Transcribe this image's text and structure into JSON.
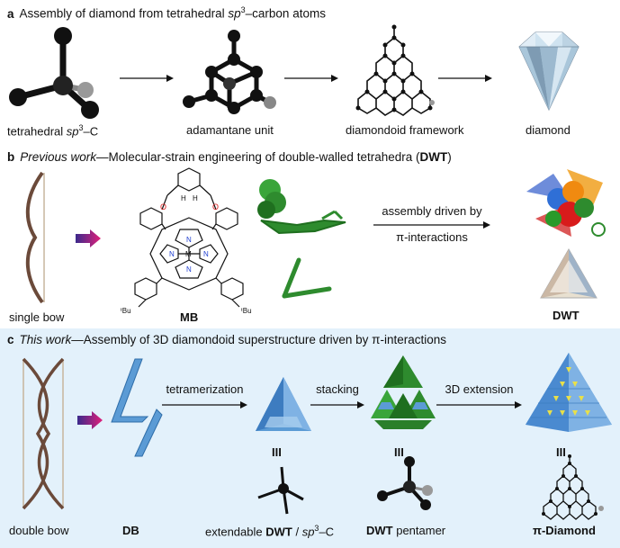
{
  "panel_a": {
    "letter": "a",
    "heading_pre": "Assembly of diamond from tetrahedral ",
    "heading_italic": "sp",
    "heading_sup": "3",
    "heading_post": "–carbon atoms",
    "label_tetra_pre": "tetrahedral ",
    "label_tetra_italic": "sp",
    "label_tetra_sup": "3",
    "label_tetra_post": "–C",
    "label_adamantane": "adamantane unit",
    "label_framework": "diamondoid framework",
    "label_diamond": "diamond"
  },
  "panel_b": {
    "letter": "b",
    "heading_italic": "Previous work",
    "heading_mid": "—Molecular-strain engineering of double-walled tetrahedra (",
    "heading_bold": "DWT",
    "heading_end": ")",
    "label_single_bow": "single bow",
    "label_mb": "MB",
    "label_dwt": "DWT",
    "arrow_text_1": "assembly driven by",
    "arrow_text_2": "π-interactions",
    "mol_O": "O",
    "mol_H": "H",
    "mol_N": "N",
    "mol_M": "M",
    "mol_tBu": "ᵗBu"
  },
  "panel_c": {
    "letter": "c",
    "heading_italic": "This work",
    "heading_post": "—Assembly of 3D diamondoid superstructure driven by π-interactions",
    "arrow_tetramerization": "tetramerization",
    "arrow_stacking": "stacking",
    "arrow_3d": "3D extension",
    "label_double_bow": "double bow",
    "label_db": "DB",
    "label_ext_pre": "extendable ",
    "label_ext_bold": "DWT",
    "label_ext_mid": " / ",
    "label_ext_italic": "sp",
    "label_ext_sup": "3",
    "label_ext_post": "–C",
    "label_pent_bold": "DWT",
    "label_pent_post": " pentamer",
    "label_pidiamond": "π-Diamond",
    "equiv_symbol": "III"
  },
  "colors": {
    "panel_c_bg": "#e3f1fb",
    "bow": "#6b4a3a",
    "bow_string": "#c7b59d",
    "green": "#2e8b2e",
    "blue": "#5b9bd5",
    "yellow": "#e8e04a",
    "nitrogen": "#1f3fd1",
    "oxygen": "#d22"
  }
}
